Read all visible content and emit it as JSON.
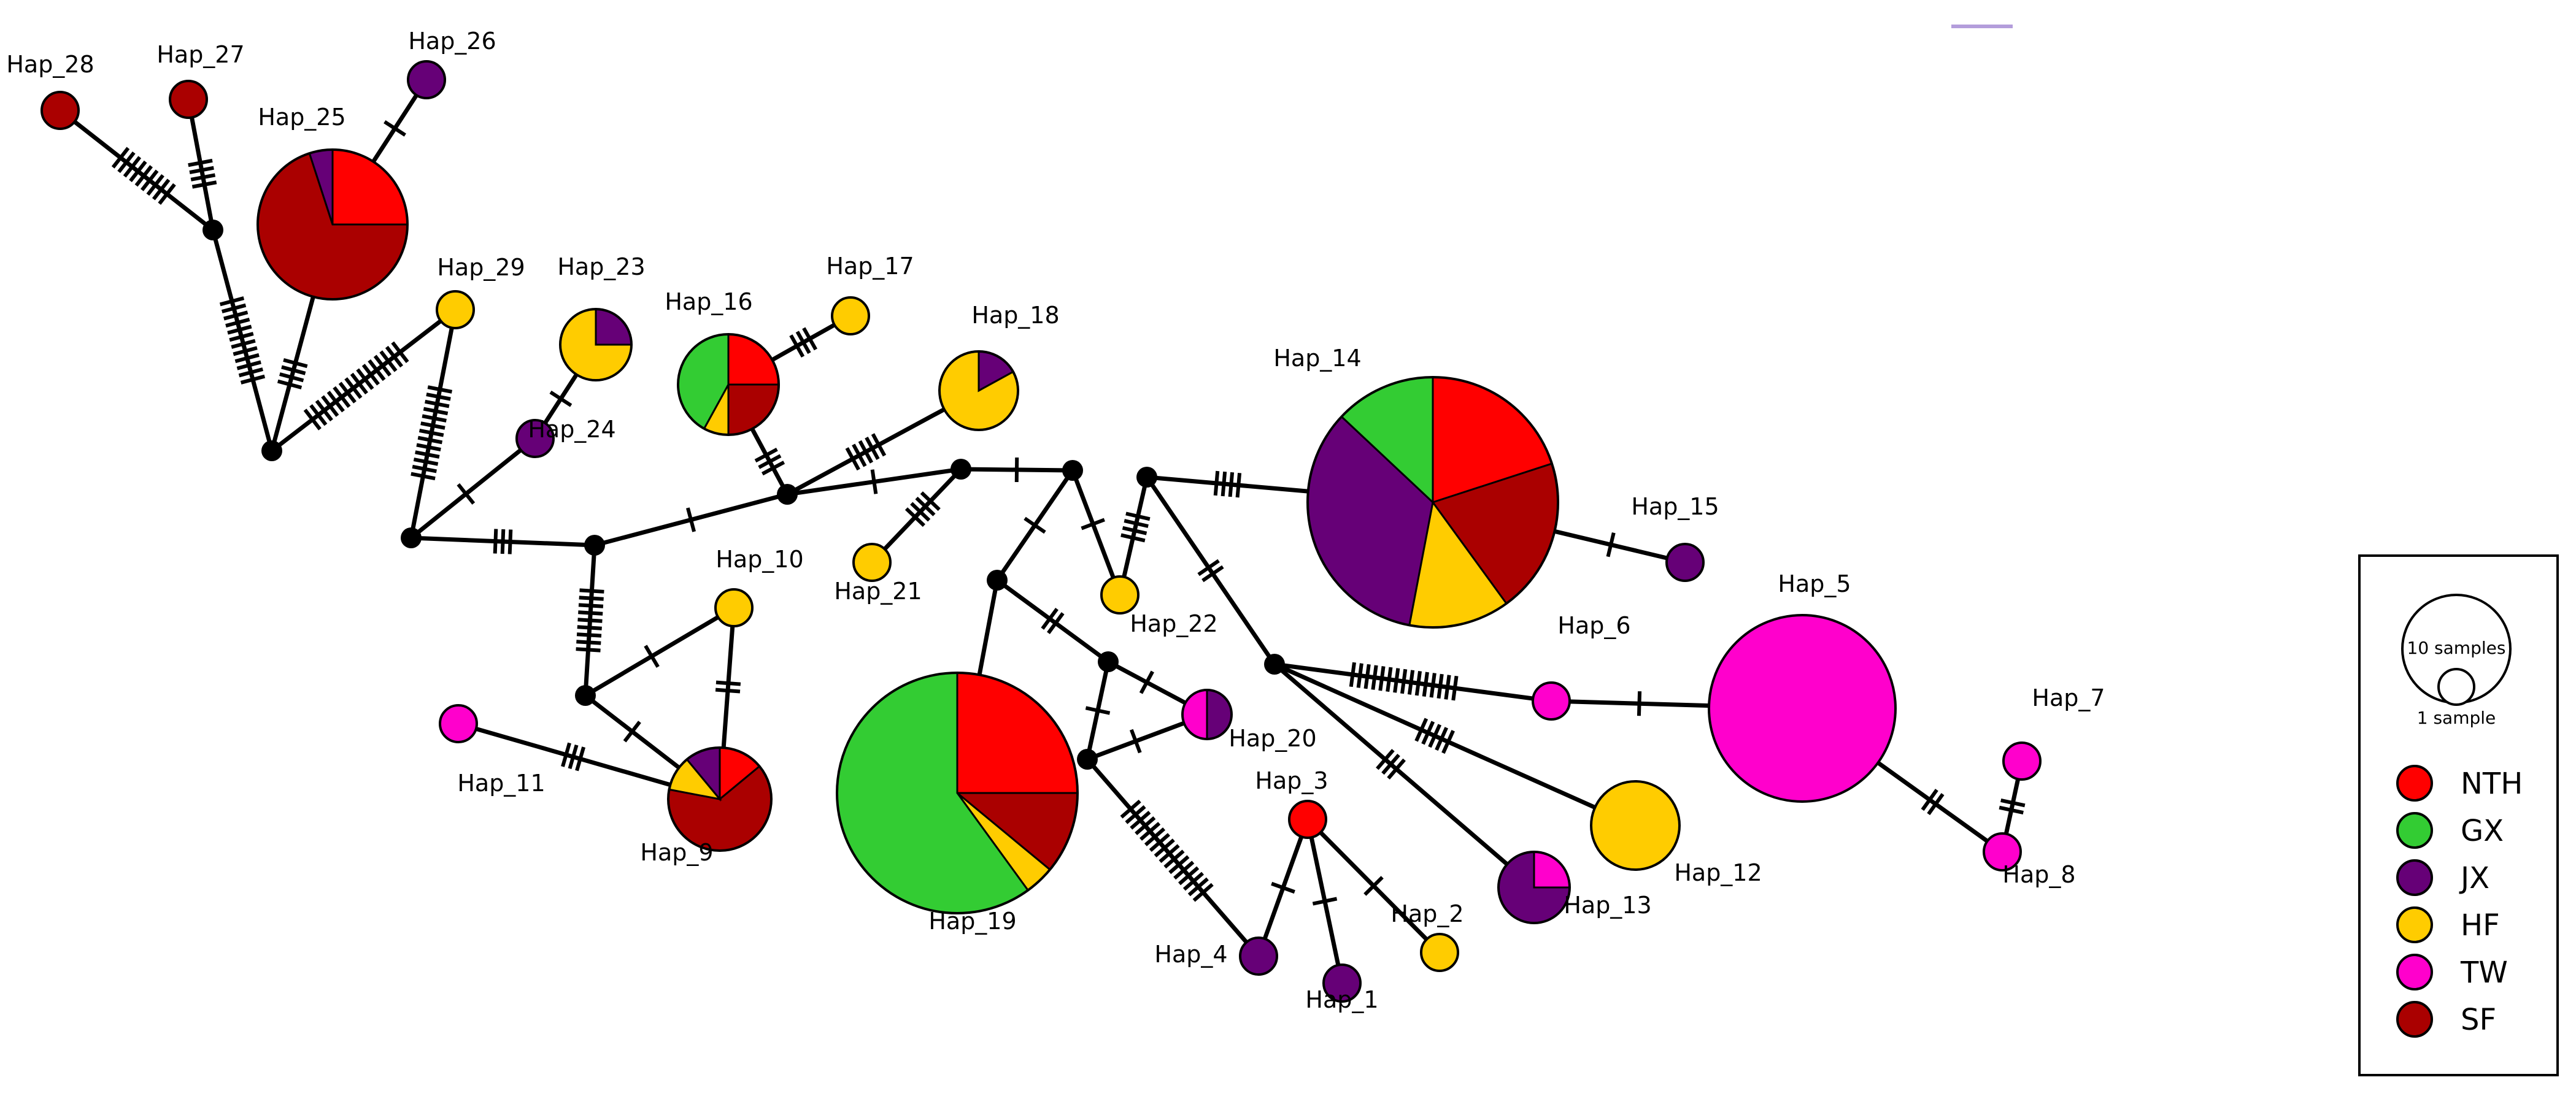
{
  "colors": {
    "NTH": "#ff0000",
    "GX": "#33cc33",
    "JX": "#660077",
    "HF": "#ffcc00",
    "TW": "#ff00cc",
    "SF": "#aa0000"
  },
  "legend": {
    "size_large": "10 samples",
    "size_small": "1 sample",
    "groups": [
      "NTH",
      "GX",
      "JX",
      "HF",
      "TW",
      "SF"
    ]
  },
  "haplotypes": [
    {
      "id": "hap_1",
      "label": "Hap_1",
      "comp": [
        [
          "JX",
          1
        ]
      ]
    },
    {
      "id": "hap_2",
      "label": "Hap_2",
      "comp": [
        [
          "HF",
          1
        ]
      ]
    },
    {
      "id": "hap_3",
      "label": "Hap_3",
      "comp": [
        [
          "NTH",
          1
        ]
      ]
    },
    {
      "id": "hap_4",
      "label": "Hap_4",
      "comp": [
        [
          "JX",
          1
        ]
      ]
    },
    {
      "id": "hap_5",
      "label": "Hap_5",
      "comp": [
        [
          "TW",
          1
        ]
      ]
    },
    {
      "id": "hap_6",
      "label": "Hap_6",
      "comp": [
        [
          "TW",
          1
        ]
      ]
    },
    {
      "id": "hap_7",
      "label": "Hap_7",
      "comp": [
        [
          "TW",
          1
        ]
      ]
    },
    {
      "id": "hap_8",
      "label": "Hap_8",
      "comp": [
        [
          "TW",
          1
        ]
      ]
    },
    {
      "id": "hap_9",
      "label": "Hap_9",
      "comp": [
        [
          "NTH",
          0.14
        ],
        [
          "SF",
          0.64
        ],
        [
          "HF",
          0.11
        ],
        [
          "JX",
          0.11
        ]
      ]
    },
    {
      "id": "hap_10",
      "label": "Hap_10",
      "comp": [
        [
          "HF",
          1
        ]
      ]
    },
    {
      "id": "hap_11",
      "label": "Hap_11",
      "comp": [
        [
          "TW",
          1
        ]
      ]
    },
    {
      "id": "hap_12",
      "label": "Hap_12",
      "comp": [
        [
          "HF",
          1
        ]
      ]
    },
    {
      "id": "hap_13",
      "label": "Hap_13",
      "comp": [
        [
          "TW",
          0.25
        ],
        [
          "JX",
          0.75
        ]
      ]
    },
    {
      "id": "hap_14",
      "label": "Hap_14",
      "comp": [
        [
          "NTH",
          0.2
        ],
        [
          "SF",
          0.2
        ],
        [
          "HF",
          0.13
        ],
        [
          "JX",
          0.34
        ],
        [
          "GX",
          0.13
        ]
      ]
    },
    {
      "id": "hap_15",
      "label": "Hap_15",
      "comp": [
        [
          "JX",
          1
        ]
      ]
    },
    {
      "id": "hap_16",
      "label": "Hap_16",
      "comp": [
        [
          "NTH",
          0.25
        ],
        [
          "SF",
          0.25
        ],
        [
          "HF",
          0.08
        ],
        [
          "GX",
          0.42
        ]
      ]
    },
    {
      "id": "hap_17",
      "label": "Hap_17",
      "comp": [
        [
          "HF",
          1
        ]
      ]
    },
    {
      "id": "hap_18",
      "label": "Hap_18",
      "comp": [
        [
          "JX",
          0.17
        ],
        [
          "HF",
          0.83
        ]
      ]
    },
    {
      "id": "hap_19",
      "label": "Hap_19",
      "comp": [
        [
          "NTH",
          0.25
        ],
        [
          "SF",
          0.11
        ],
        [
          "HF",
          0.04
        ],
        [
          "GX",
          0.6
        ]
      ]
    },
    {
      "id": "hap_20",
      "label": "Hap_20",
      "comp": [
        [
          "JX",
          0.5
        ],
        [
          "TW",
          0.5
        ]
      ]
    },
    {
      "id": "hap_21",
      "label": "Hap_21",
      "comp": [
        [
          "HF",
          1
        ]
      ]
    },
    {
      "id": "hap_22",
      "label": "Hap_22",
      "comp": [
        [
          "HF",
          1
        ]
      ]
    },
    {
      "id": "hap_23",
      "label": "Hap_23",
      "comp": [
        [
          "JX",
          0.25
        ],
        [
          "HF",
          0.75
        ]
      ]
    },
    {
      "id": "hap_24",
      "label": "Hap_24",
      "comp": [
        [
          "JX",
          1
        ]
      ]
    },
    {
      "id": "hap_25",
      "label": "Hap_25",
      "comp": [
        [
          "NTH",
          0.25
        ],
        [
          "SF",
          0.7
        ],
        [
          "JX",
          0.05
        ]
      ]
    },
    {
      "id": "hap_26",
      "label": "Hap_26",
      "comp": [
        [
          "JX",
          1
        ]
      ]
    },
    {
      "id": "hap_27",
      "label": "Hap_27",
      "comp": [
        [
          "SF",
          1
        ]
      ]
    },
    {
      "id": "hap_28",
      "label": "Hap_28",
      "comp": [
        [
          "SF",
          1
        ]
      ]
    },
    {
      "id": "hap_29",
      "label": "Hap_29",
      "comp": [
        [
          "HF",
          1
        ]
      ]
    }
  ],
  "edges": [
    {
      "from": "v_a",
      "to": "hap_28",
      "marks": 9
    },
    {
      "from": "v_a",
      "to": "hap_27",
      "marks": 4
    },
    {
      "from": "v_a",
      "to": "v_b",
      "marks": 12
    },
    {
      "from": "v_b",
      "to": "hap_25",
      "marks": 4
    },
    {
      "from": "hap_25",
      "to": "hap_26",
      "marks": 1
    },
    {
      "from": "v_b",
      "to": "hap_29",
      "marks": 16
    },
    {
      "from": "hap_29",
      "to": "v_c",
      "marks": 13
    },
    {
      "from": "v_c",
      "to": "hap_24",
      "marks": 1
    },
    {
      "from": "hap_24",
      "to": "hap_23",
      "marks": 1
    },
    {
      "from": "v_c",
      "to": "v_d",
      "marks": 3
    },
    {
      "from": "v_d",
      "to": "v_e",
      "marks": 9
    },
    {
      "from": "v_e",
      "to": "hap_10",
      "marks": 1
    },
    {
      "from": "hap_10",
      "to": "hap_9",
      "marks": 2
    },
    {
      "from": "v_e",
      "to": "hap_9",
      "marks": 1
    },
    {
      "from": "hap_11",
      "to": "hap_9",
      "marks": 3
    },
    {
      "from": "v_d",
      "to": "v_f",
      "marks": 1
    },
    {
      "from": "v_f",
      "to": "hap_16",
      "marks": 3
    },
    {
      "from": "hap_16",
      "to": "hap_17",
      "marks": 3
    },
    {
      "from": "v_f",
      "to": "hap_18",
      "marks": 5
    },
    {
      "from": "v_f",
      "to": "v_g",
      "marks": 1
    },
    {
      "from": "v_g",
      "to": "hap_21",
      "marks": 4
    },
    {
      "from": "v_g",
      "to": "v_h",
      "marks": 1
    },
    {
      "from": "v_h",
      "to": "v_i",
      "marks": 1
    },
    {
      "from": "v_i",
      "to": "hap_19",
      "marks": 0
    },
    {
      "from": "v_i",
      "to": "v_j",
      "marks": 2
    },
    {
      "from": "v_j",
      "to": "hap_20",
      "marks": 1
    },
    {
      "from": "v_j",
      "to": "v_k",
      "marks": 1
    },
    {
      "from": "v_k",
      "to": "hap_20",
      "marks": 1
    },
    {
      "from": "v_k",
      "to": "hap_4",
      "marks": 16
    },
    {
      "from": "hap_4",
      "to": "hap_3",
      "marks": 1
    },
    {
      "from": "hap_3",
      "to": "hap_1",
      "marks": 1
    },
    {
      "from": "hap_3",
      "to": "hap_2",
      "marks": 1
    },
    {
      "from": "v_h",
      "to": "hap_22",
      "marks": 1
    },
    {
      "from": "hap_22",
      "to": "v_l",
      "marks": 4
    },
    {
      "from": "v_l",
      "to": "hap_14",
      "marks": 4
    },
    {
      "from": "hap_14",
      "to": "hap_15",
      "marks": 1
    },
    {
      "from": "v_l",
      "to": "v_m",
      "marks": 2
    },
    {
      "from": "v_m",
      "to": "hap_6",
      "marks": 15
    },
    {
      "from": "hap_6",
      "to": "hap_5",
      "marks": 1
    },
    {
      "from": "hap_5",
      "to": "hap_8",
      "marks": 2
    },
    {
      "from": "hap_8",
      "to": "hap_7",
      "marks": 2
    },
    {
      "from": "v_m",
      "to": "hap_12",
      "marks": 5
    },
    {
      "from": "v_m",
      "to": "hap_13",
      "marks": 3
    }
  ]
}
